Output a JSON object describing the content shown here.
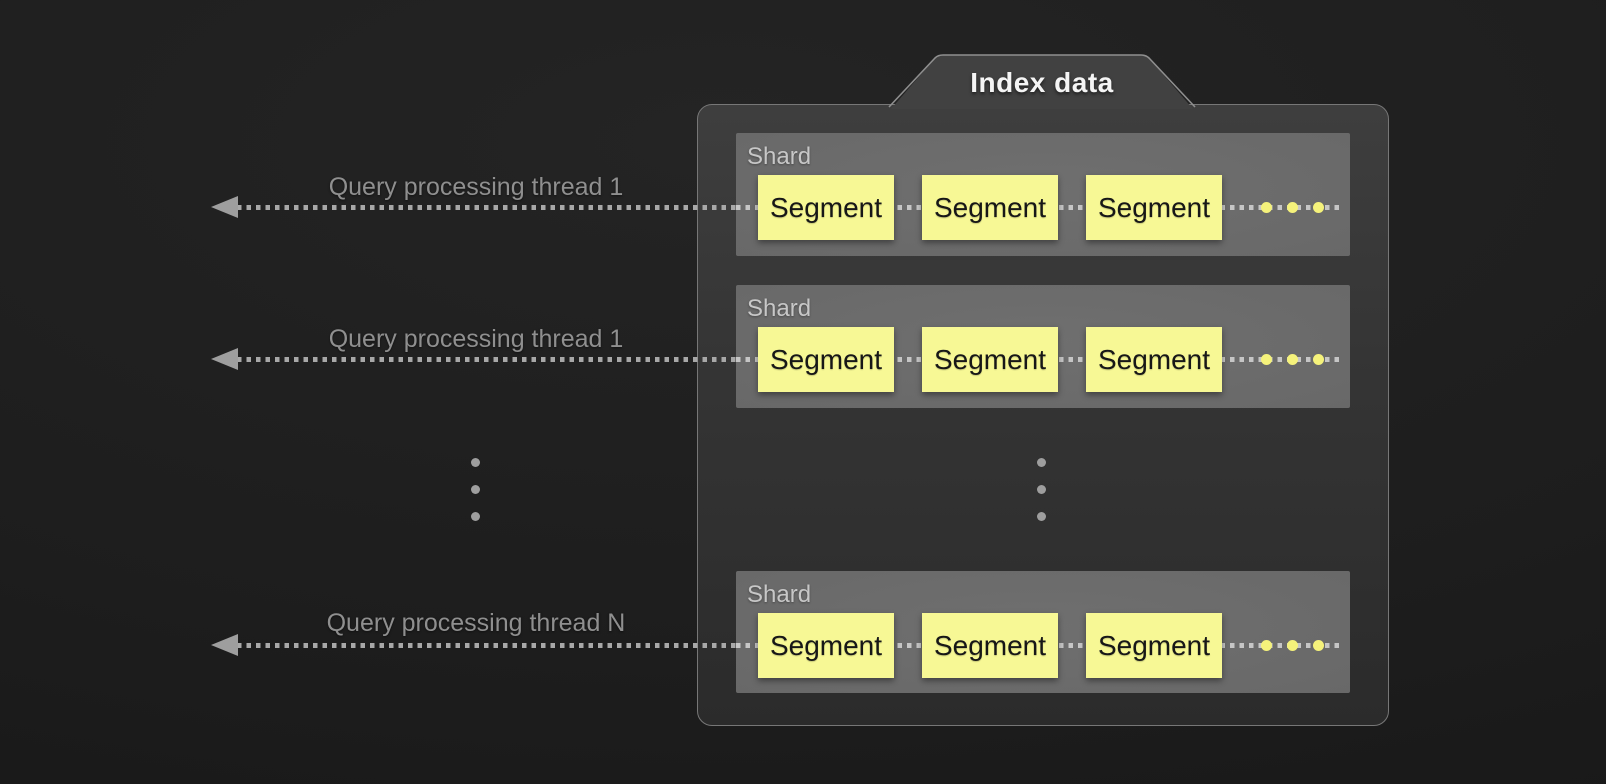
{
  "index_group": {
    "tab_label": "Index data",
    "shards": [
      {
        "label": "Shard",
        "segments": [
          "Segment",
          "Segment",
          "Segment"
        ]
      },
      {
        "label": "Shard",
        "segments": [
          "Segment",
          "Segment",
          "Segment"
        ]
      },
      {
        "label": "Shard",
        "segments": [
          "Segment",
          "Segment",
          "Segment"
        ]
      }
    ]
  },
  "query_threads": [
    {
      "label": "Query processing thread 1"
    },
    {
      "label": "Query processing thread 1"
    },
    {
      "label": "Query processing thread N"
    }
  ],
  "colors": {
    "tab_text": "#f5f5f5",
    "container_fill": "#343434",
    "container_border": "#777777",
    "shard_fill": "#686868",
    "shard_label": "#c7c7c7",
    "segment_fill": "#f7f895",
    "segment_text": "#171717",
    "more_dots_yellow": "#f5f27b",
    "thread_label": "#8f8f8f",
    "arrow_gray": "#9e9e9e",
    "ellipsis_gray": "#9e9e9e",
    "background": "#1d1d1d"
  }
}
